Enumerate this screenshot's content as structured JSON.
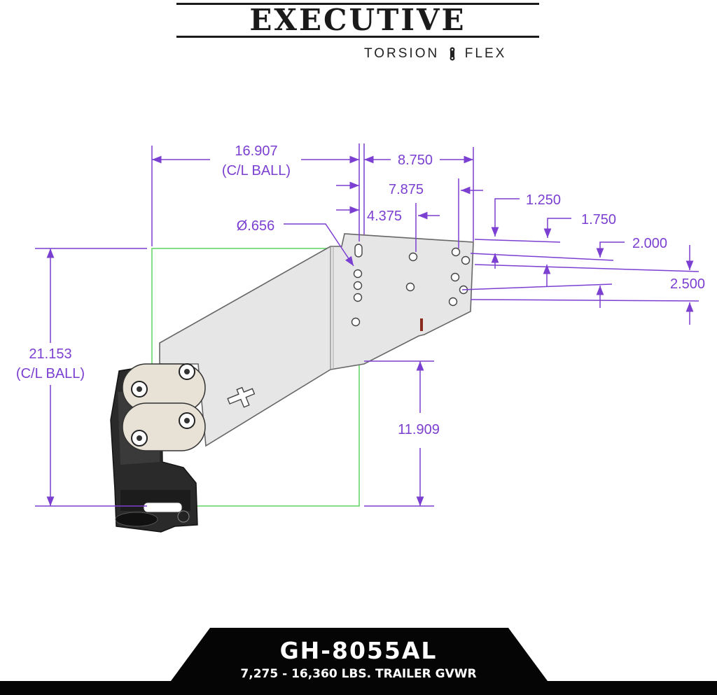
{
  "brand": {
    "name": "EXECUTIVE",
    "line_left": "TORSION",
    "line_right": "FLEX"
  },
  "dimensions": {
    "ball_horizontal": "16.907",
    "ball_horizontal_note": "(C/L BALL)",
    "d_8750": "8.750",
    "d_7875": "7.875",
    "d_4375": "4.375",
    "hole_diameter": "Ø.656",
    "d_1250": "1.250",
    "d_1750": "1.750",
    "d_2000": "2.000",
    "d_2500": "2.500",
    "ball_vertical": "21.153",
    "ball_vertical_note": "(C/L BALL)",
    "d_11909": "11.909"
  },
  "product": {
    "model": "GH-8055AL",
    "capacity": "7,275 - 16,360 LBS. TRAILER GVWR"
  },
  "colors": {
    "dimension": "#7b3fd1",
    "guide": "#5fd35f",
    "plate": "#e6e6e6",
    "dark": "#1a1a1a"
  }
}
